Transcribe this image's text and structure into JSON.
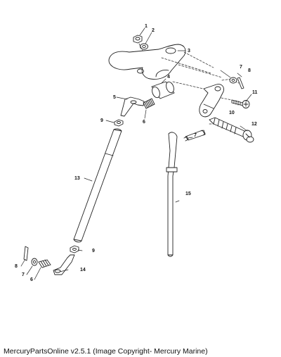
{
  "callouts": {
    "c1": "1",
    "c2": "2",
    "c3": "3",
    "c4": "4",
    "c5": "5",
    "c6": "6",
    "c7": "7",
    "c8": "8",
    "c9": "9",
    "c10": "10",
    "c11": "11",
    "c12": "12",
    "c13": "13",
    "c14": "14",
    "c15": "15",
    "c6b": "6",
    "c7b": "7",
    "c8b": "8",
    "c9b": "9",
    "pin_mark": "7"
  },
  "footer": {
    "text": "MercuryPartsOnline v2.5.1 (Image Copyright- Mercury Marine)"
  }
}
